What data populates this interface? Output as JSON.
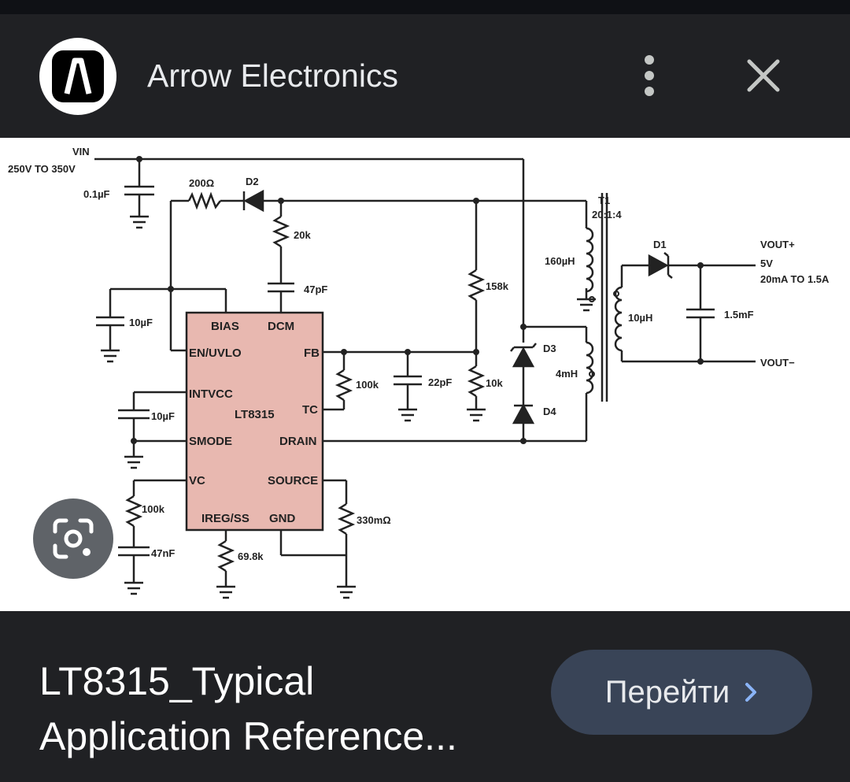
{
  "header": {
    "site_name": "Arrow Electronics",
    "logo_icon": "arrow-logo-icon",
    "menu_icon": "more-vert-icon",
    "close_icon": "close-icon"
  },
  "schematic": {
    "vin_label": "VIN",
    "vin_range": "250V TO 350V",
    "c_in": "0.1µF",
    "r_200": "200Ω",
    "d2": "D2",
    "r_20k": "20k",
    "c_47pf": "47pF",
    "c_10uf_bias": "10µF",
    "c_10uf_intvcc": "10µF",
    "r_100k_vc": "100k",
    "c_47nf": "47nF",
    "r_69k8": "69.8k",
    "r_330m": "330mΩ",
    "r_100k_fb": "100k",
    "c_22pf": "22pF",
    "r_158k": "158k",
    "r_10k": "10k",
    "d3": "D3",
    "d4": "D4",
    "t1": "T1",
    "t1_ratio": "20:1:4",
    "l_160uh": "160µH",
    "l_10uh": "10µH",
    "l_4mh": "4mH",
    "d1": "D1",
    "c_1_5mf": "1.5mF",
    "vout_plus": "VOUT+",
    "vout_v": "5V",
    "vout_range": "20mA TO 1.5A",
    "vout_minus": "VOUT−",
    "ic": {
      "name": "LT8315",
      "pin_bias": "BIAS",
      "pin_dcm": "DCM",
      "pin_en": "EN/UVLO",
      "pin_fb": "FB",
      "pin_intvcc": "INTVCC",
      "pin_tc": "TC",
      "pin_smode": "SMODE",
      "pin_drain": "DRAIN",
      "pin_vc": "VC",
      "pin_source": "SOURCE",
      "pin_ireg": "IREG/SS",
      "pin_gnd": "GND"
    }
  },
  "lens_icon": "google-lens-icon",
  "result": {
    "title_line1": "LT8315_Typical",
    "title_line2": "Application Reference..."
  },
  "go_button": {
    "label": "Перейти",
    "icon": "chevron-right-icon"
  },
  "colors": {
    "background": "#202124",
    "ic_fill": "#e8b8b0",
    "button_bg": "#394457",
    "chevron": "#8ab4f8"
  }
}
